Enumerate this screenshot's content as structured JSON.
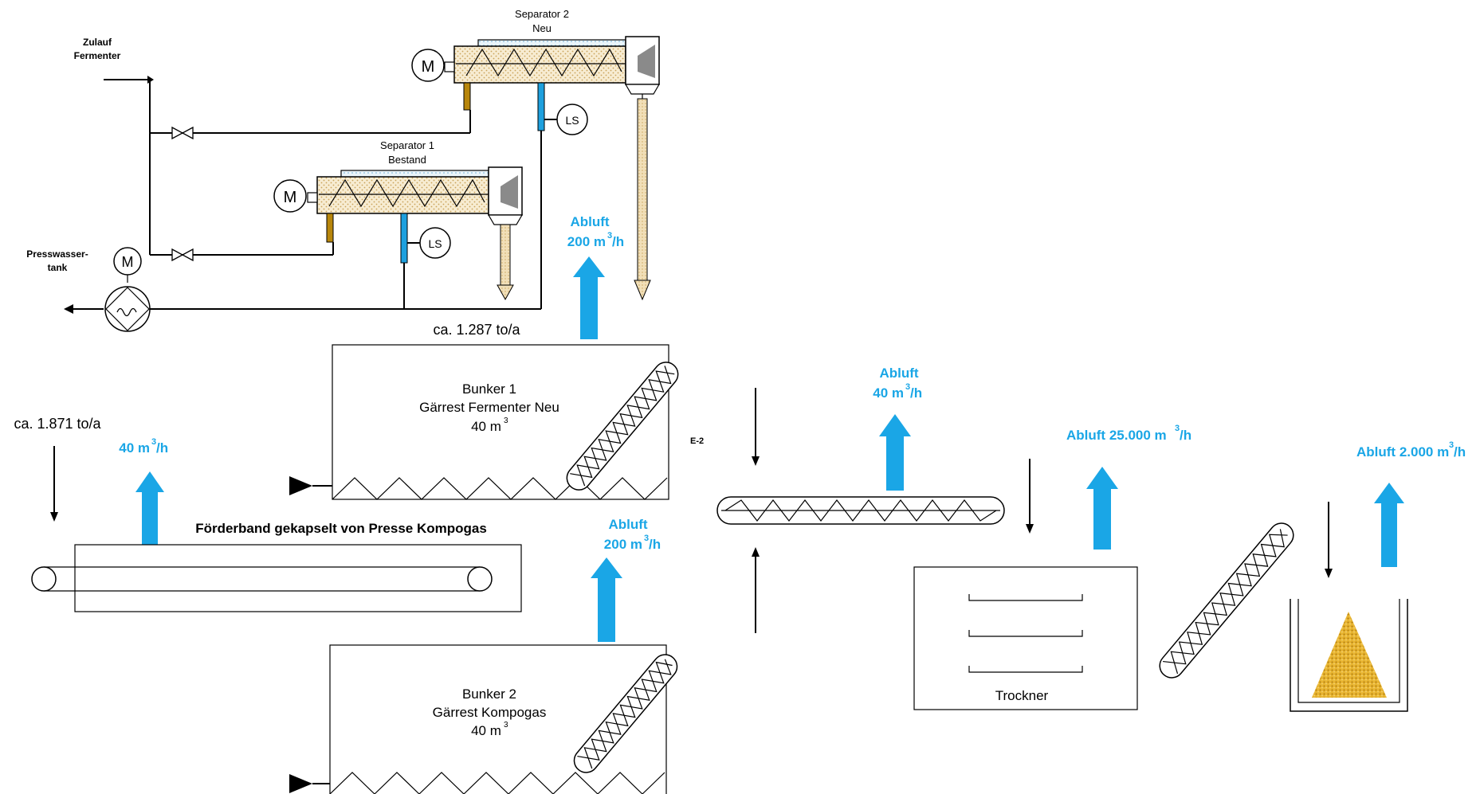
{
  "separator2": {
    "line1": "Separator 2",
    "line2": "Neu"
  },
  "separator1": {
    "line1": "Separator 1",
    "line2": "Bestand"
  },
  "feed": {
    "line1": "Zulauf",
    "line2": "Fermenter"
  },
  "press_water": {
    "line1": "Presswasser-",
    "line2": "tank"
  },
  "motor_symbol": "M",
  "level_sensor": "LS",
  "amount_top": "ca. 1.287 to/a",
  "amount_left": "ca. 1.871 to/a",
  "bunker1": {
    "line1": "Bunker 1",
    "line2": "Gärrest Fermenter Neu",
    "volume": "40 m",
    "sup": "3"
  },
  "bunker2": {
    "line1": "Bunker 2",
    "line2": "Gärrest Kompogas",
    "volume": "40 m",
    "sup": "3"
  },
  "conveyor_label": "Förderband gekapselt von Presse Kompogas",
  "screw_tag": "E-2",
  "dryer_label": "Trockner",
  "exhaust": {
    "a1_line1": "Abluft",
    "a1_line2": "200 m",
    "a1_unit": "/h",
    "a2_line1": "Abluft",
    "a2_line2": "200 m",
    "a2_unit": "/h",
    "a3_line1": "Abluft",
    "a3_line2": "40 m",
    "a3_unit": "/h",
    "a4_value": "40 m",
    "a4_unit": "/h",
    "a5_line": "Abluft 25.000 m",
    "a5_unit": "/h",
    "a6_line": "Abluft 2.000 m",
    "a6_unit": "/h",
    "sup": "3"
  },
  "colors": {
    "exhaust_arrow": "#1aa6e6",
    "sensor_pipe": "#1ea0de",
    "drain_pipe": "#b8860b",
    "product": "#d9a520"
  }
}
